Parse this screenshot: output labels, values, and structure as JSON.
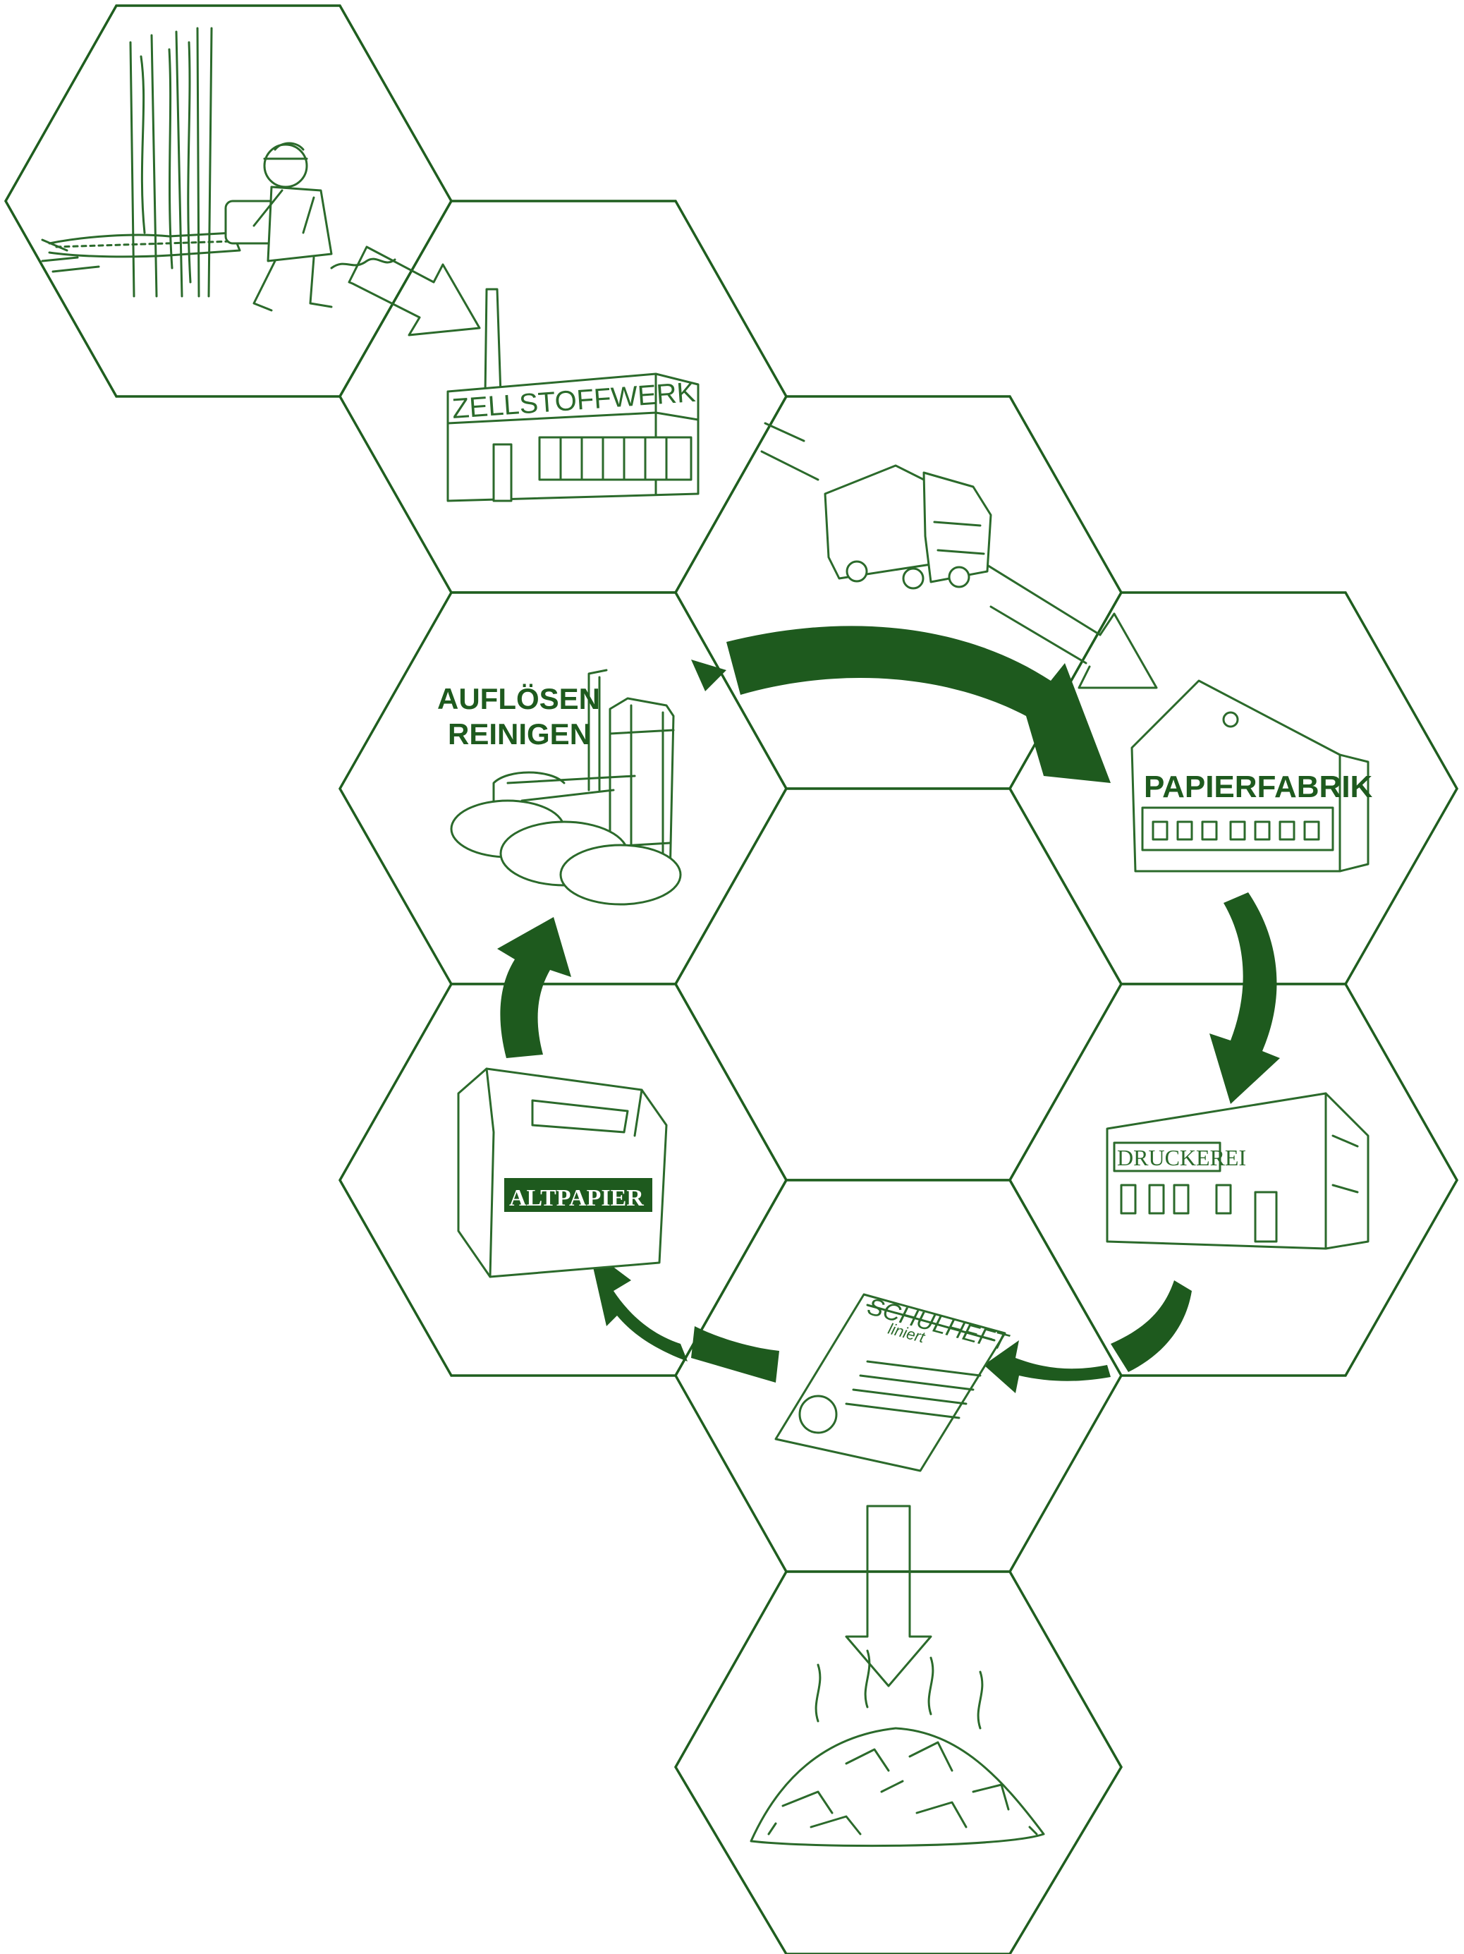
{
  "colors": {
    "ink": "#2b6a2b",
    "arrow_fill": "#1e5a1e",
    "hex_stroke": "#1f5e1f",
    "background": "#ffffff"
  },
  "labels": {
    "zellstoffwerk": "ZELLSTOFFWERK",
    "papierfabrik": "PAPIERFABRIK",
    "druckerei": "DRUCKEREI",
    "aufloesen": "AUFLÖSEN",
    "reinigen": "REINIGEN",
    "altpapier": "ALTPAPIER",
    "schulheft": "SCHULHEFT",
    "liniert": "liniert"
  },
  "icons": {
    "forest": "lumberjack-chainsaw-icon",
    "pulp_mill": "pulp-mill-factory-icon",
    "truck": "truck-icon",
    "paper_mill": "paper-mill-building-icon",
    "print_shop": "print-shop-building-icon",
    "notebook": "notebook-icon",
    "paper_bin": "waste-paper-container-icon",
    "pulper": "pulping-tanks-icon",
    "waste": "burning-waste-pile-icon"
  }
}
